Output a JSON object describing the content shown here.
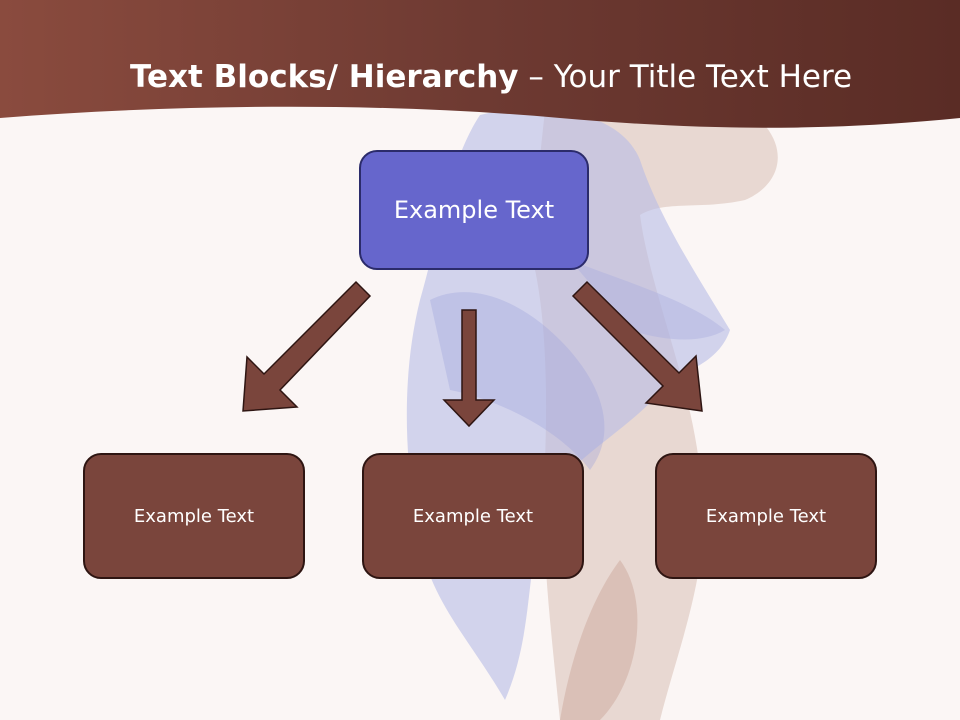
{
  "slide": {
    "title_bold": "Text Blocks/ Hierarchy",
    "title_dash": " – ",
    "title_rest": "Your Title Text Here"
  },
  "diagram": {
    "root": {
      "label": "Example Text",
      "color": "#6666cc"
    },
    "children": [
      {
        "label": "Example Text"
      },
      {
        "label": "Example Text"
      },
      {
        "label": "Example Text"
      }
    ],
    "child_color": "#7a453c",
    "arrow_color": "#7a453c"
  },
  "colors": {
    "header": "#6e3a32",
    "background": "#fbf6f5"
  }
}
